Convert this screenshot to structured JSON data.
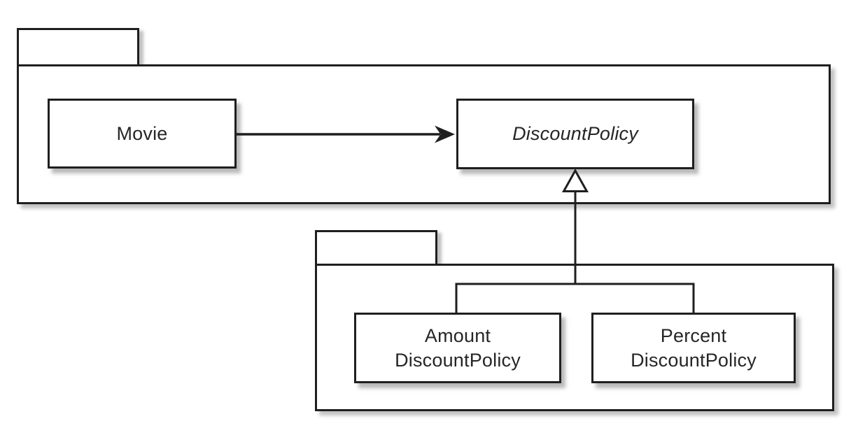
{
  "diagram": {
    "kind": "uml-package-diagram",
    "background_color": "#ffffff",
    "stroke_color": "#1f1f1f",
    "text_color": "#262626",
    "packages": {
      "top": {
        "label": "",
        "contains": [
          "Movie",
          "DiscountPolicy"
        ]
      },
      "bottom": {
        "label": "",
        "contains": [
          "AmountDiscountPolicy",
          "PercentDiscountPolicy"
        ]
      }
    },
    "classes": {
      "movie": {
        "label": "Movie",
        "abstract": false
      },
      "discount_policy": {
        "label": "DiscountPolicy",
        "abstract": true
      },
      "amount_discount_policy": {
        "line1": "Amount",
        "line2": "DiscountPolicy",
        "abstract": false
      },
      "percent_discount_policy": {
        "line1": "Percent",
        "line2": "DiscountPolicy",
        "abstract": false
      }
    },
    "relationships": [
      {
        "type": "association",
        "from": "Movie",
        "to": "DiscountPolicy",
        "arrowhead": "filled"
      },
      {
        "type": "generalization",
        "from": "AmountDiscountPolicy",
        "to": "DiscountPolicy",
        "arrowhead": "hollow-triangle"
      },
      {
        "type": "generalization",
        "from": "PercentDiscountPolicy",
        "to": "DiscountPolicy",
        "arrowhead": "hollow-triangle"
      }
    ]
  }
}
